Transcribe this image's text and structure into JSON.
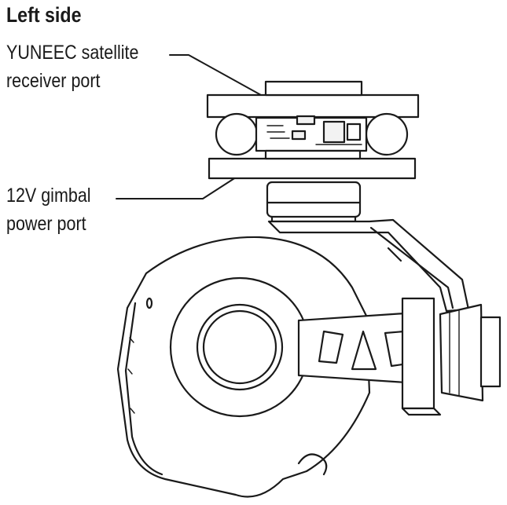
{
  "title": "Left side",
  "callouts": [
    {
      "line1": "YUNEEC satellite",
      "line2": "receiver port"
    },
    {
      "line1": "12V gimbal",
      "line2": "power port"
    }
  ],
  "colors": {
    "ink": "#1a1a1a",
    "paper": "#ffffff",
    "fill": "#f2f2f2"
  }
}
